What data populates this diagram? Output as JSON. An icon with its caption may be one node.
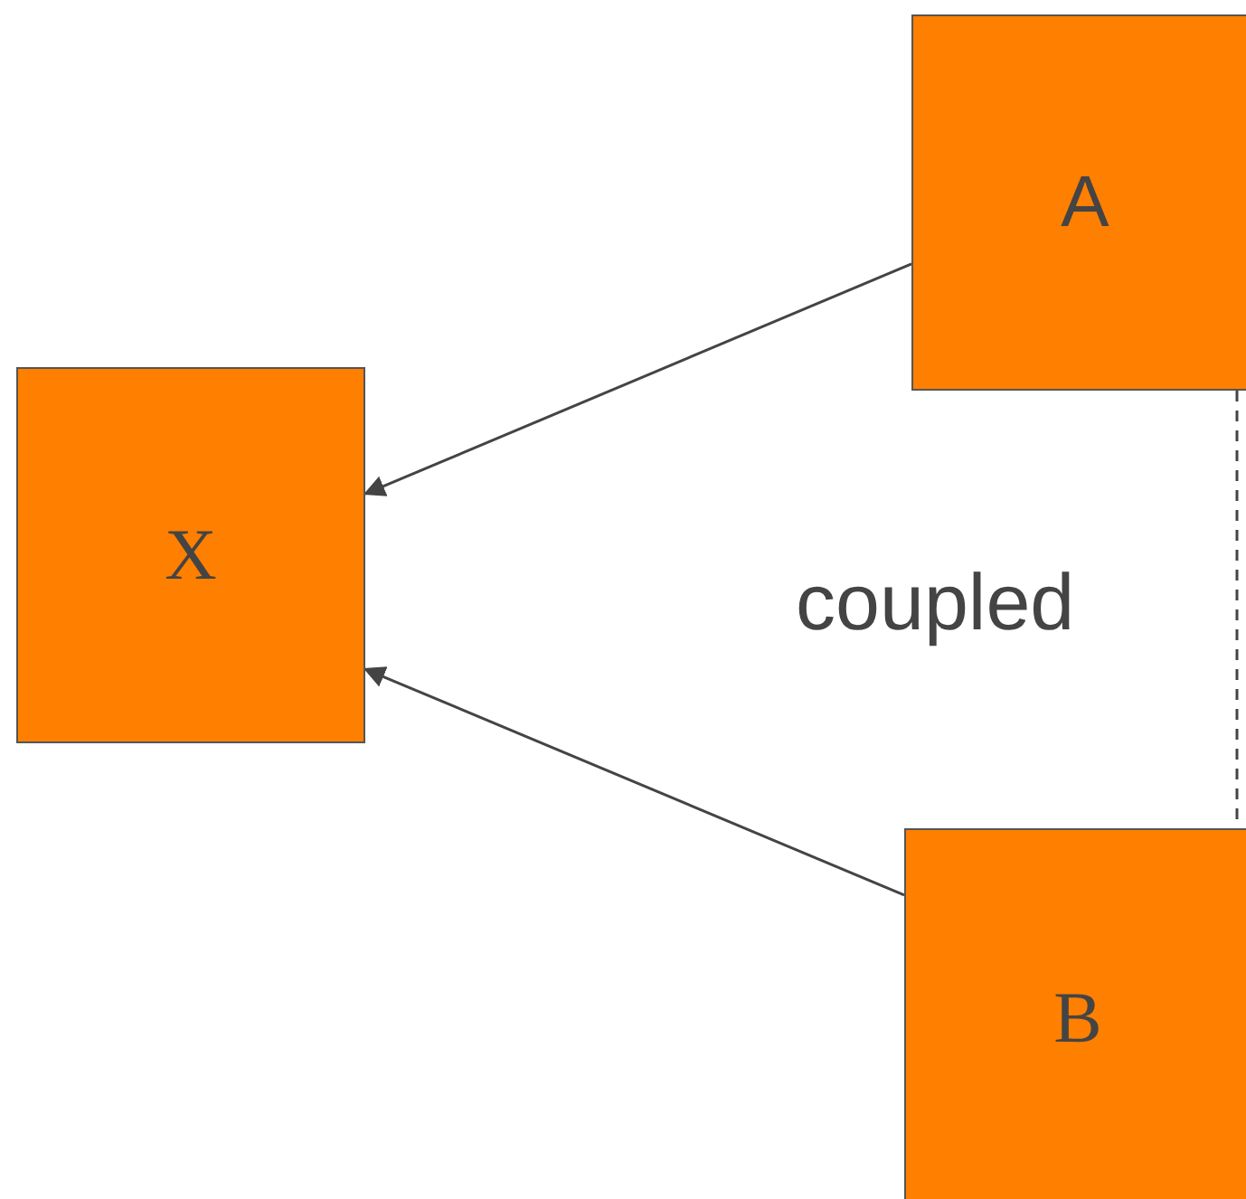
{
  "diagram": {
    "nodes": [
      {
        "text": [
          "A"
        ]
      },
      {
        "text": [
          "X"
        ]
      },
      {
        "text": [
          "B"
        ]
      }
    ],
    "edges": [
      {
        "from": 0,
        "to": 1,
        "arrow": "to"
      },
      {
        "from": 2,
        "to": 1,
        "arrow": "to"
      },
      {
        "from": 0,
        "to": 2,
        "arrow": "none",
        "style": "dashed",
        "label": "coupled"
      }
    ]
  }
}
